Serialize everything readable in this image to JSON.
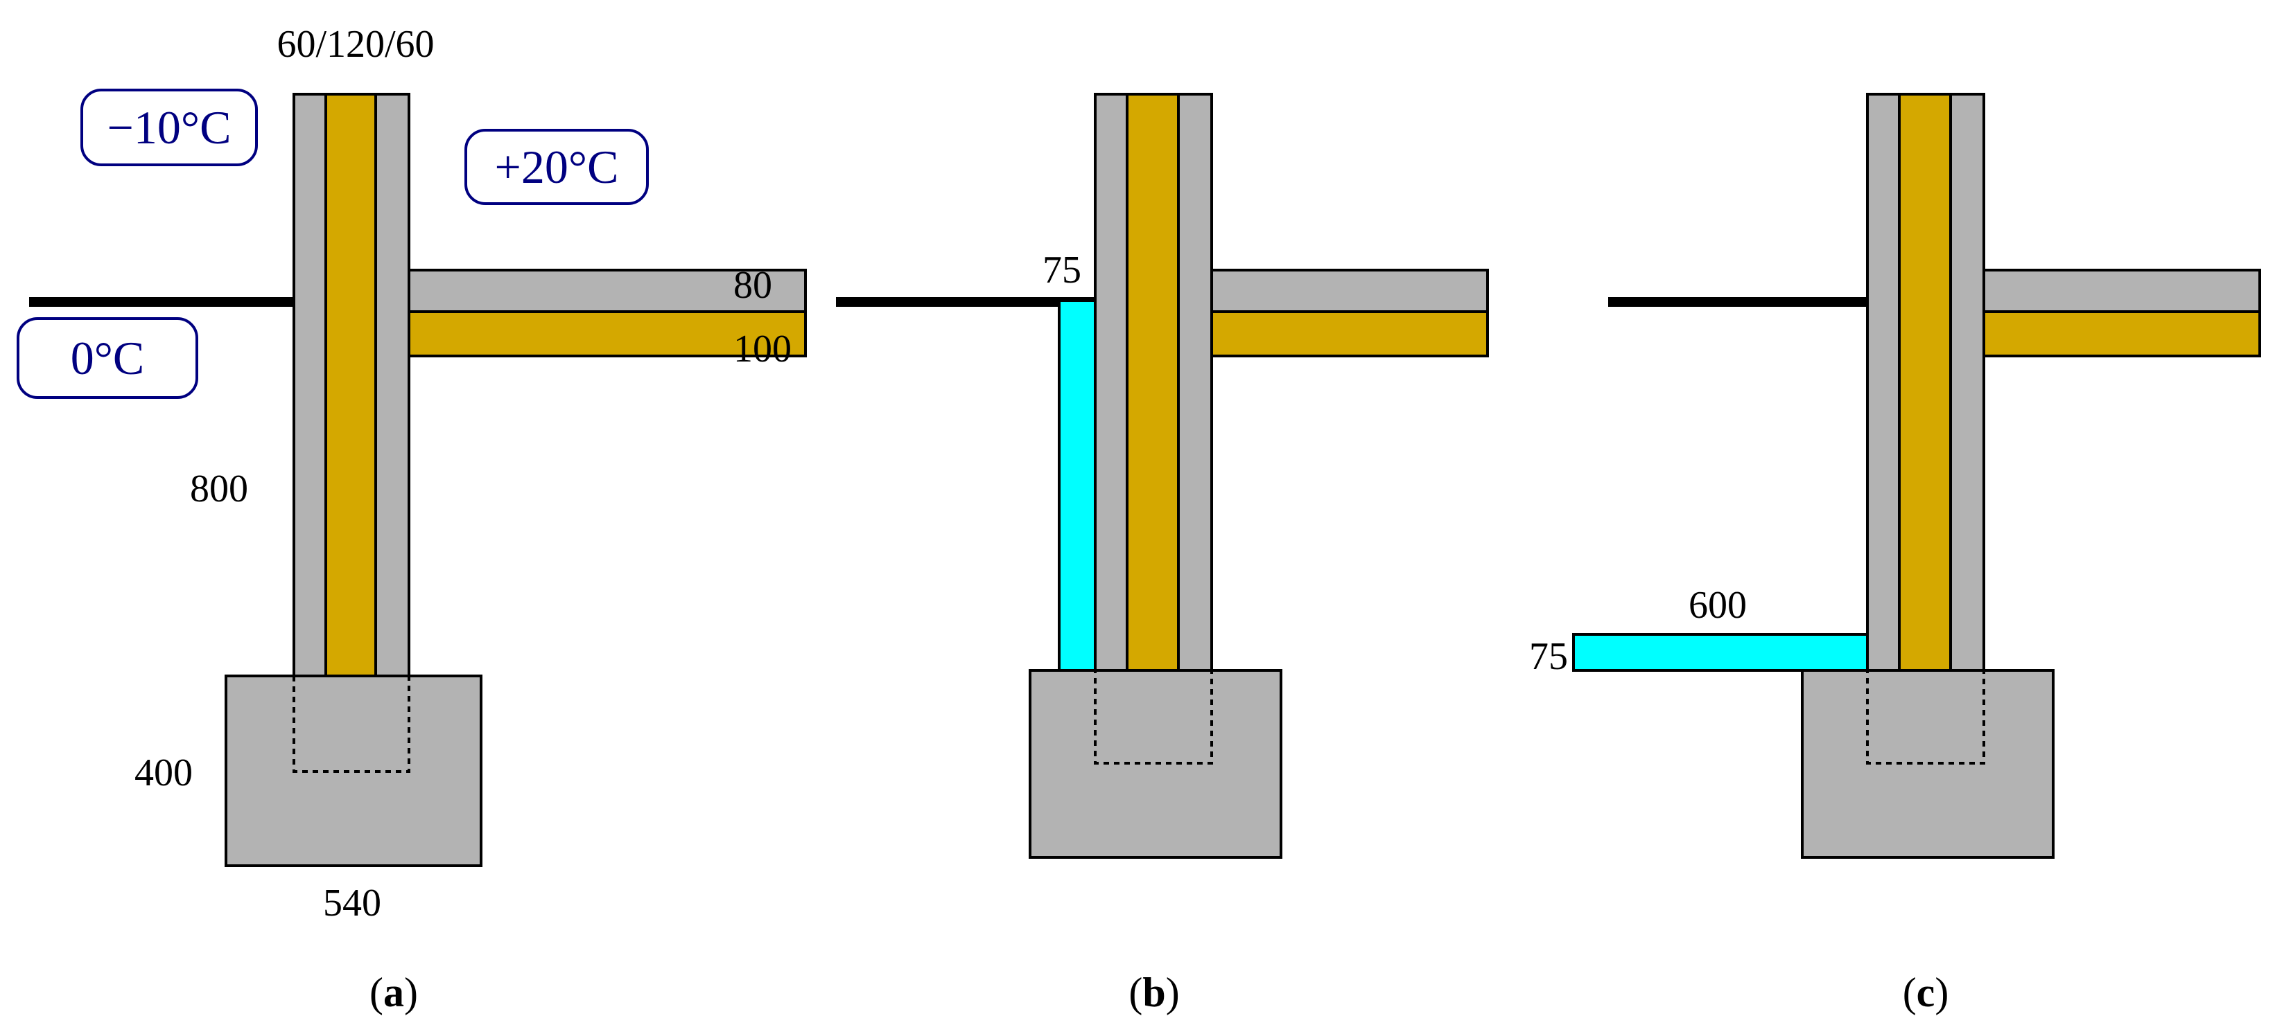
{
  "colors": {
    "concrete": "#b3b3b3",
    "insulation": "#d4a800",
    "added_insulation": "#00ffff",
    "label_text": "#000080",
    "outline": "#000000"
  },
  "panel_a": {
    "dim_wall_layers": "60/120/60",
    "temp_outside_air": "−10°C",
    "temp_inside": "+20°C",
    "temp_ground": "0°C",
    "dim_floor_top": "80",
    "dim_floor_insulation": "100",
    "dim_wall_height": "800",
    "dim_footing_height": "400",
    "dim_footing_width": "540",
    "caption_open": "(",
    "caption_letter": "a",
    "caption_close": ")"
  },
  "panel_b": {
    "dim_vertical_insulation": "75",
    "caption_open": "(",
    "caption_letter": "b",
    "caption_close": ")"
  },
  "panel_c": {
    "dim_horizontal_insulation_length": "600",
    "dim_horizontal_insulation_thickness": "75",
    "caption_open": "(",
    "caption_letter": "c",
    "caption_close": ")"
  }
}
